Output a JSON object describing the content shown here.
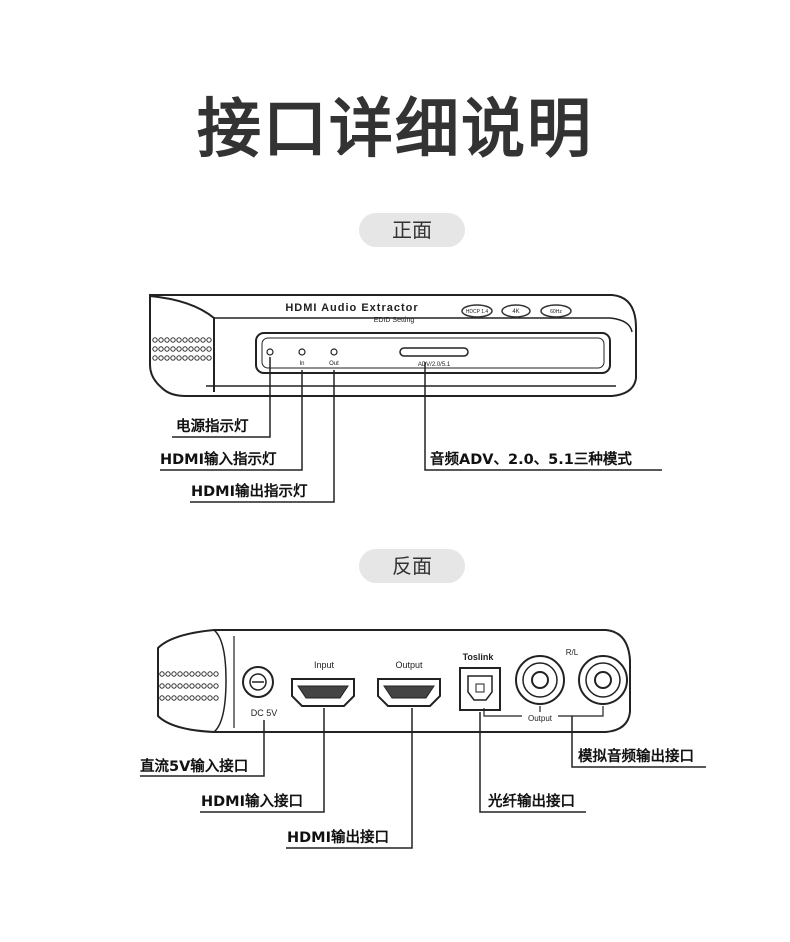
{
  "title": "接口详细说明",
  "front": {
    "tag": "正面",
    "device_name": "HDMI Audio Extractor",
    "edid_text": "EDID Setting",
    "badges": [
      "HDCP 1.4",
      "4K",
      "60Hz"
    ],
    "led_labels": [
      "In",
      "Out"
    ],
    "mode_text": "ADV/2.0/5.1",
    "callouts": {
      "power": "电源指示灯",
      "hdmi_in": "HDMI输入指示灯",
      "hdmi_out": "HDMI输出指示灯",
      "audio_mode": "音频ADV、2.0、5.1三种模式"
    }
  },
  "back": {
    "tag": "反面",
    "port_labels": {
      "dc": "DC 5V",
      "input": "Input",
      "output": "Output",
      "toslink": "Toslink",
      "rl": "R/L",
      "output_bracket": "Output"
    },
    "callouts": {
      "dc": "直流5V输入接口",
      "hdmi_in": "HDMI输入接口",
      "hdmi_out": "HDMI输出接口",
      "optical": "光纤输出接口",
      "analog": "模拟音频输出接口"
    }
  }
}
